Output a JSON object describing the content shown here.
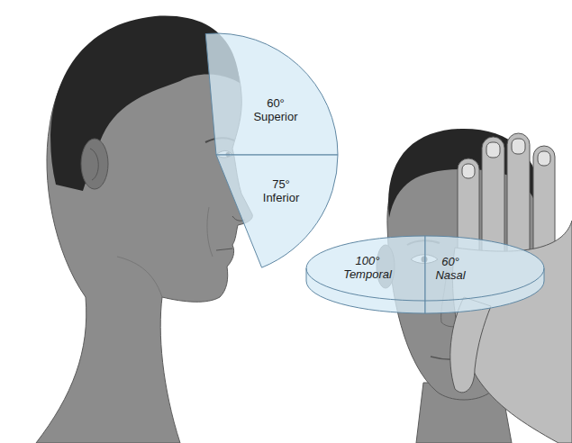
{
  "diagram": {
    "nodes": [
      {
        "text": [
          "60° Superior"
        ]
      },
      {
        "text": [
          "75° Inferior"
        ]
      },
      {
        "text": [
          "100° Temporal"
        ]
      },
      {
        "text": [
          "60° Nasal"
        ]
      }
    ]
  }
}
